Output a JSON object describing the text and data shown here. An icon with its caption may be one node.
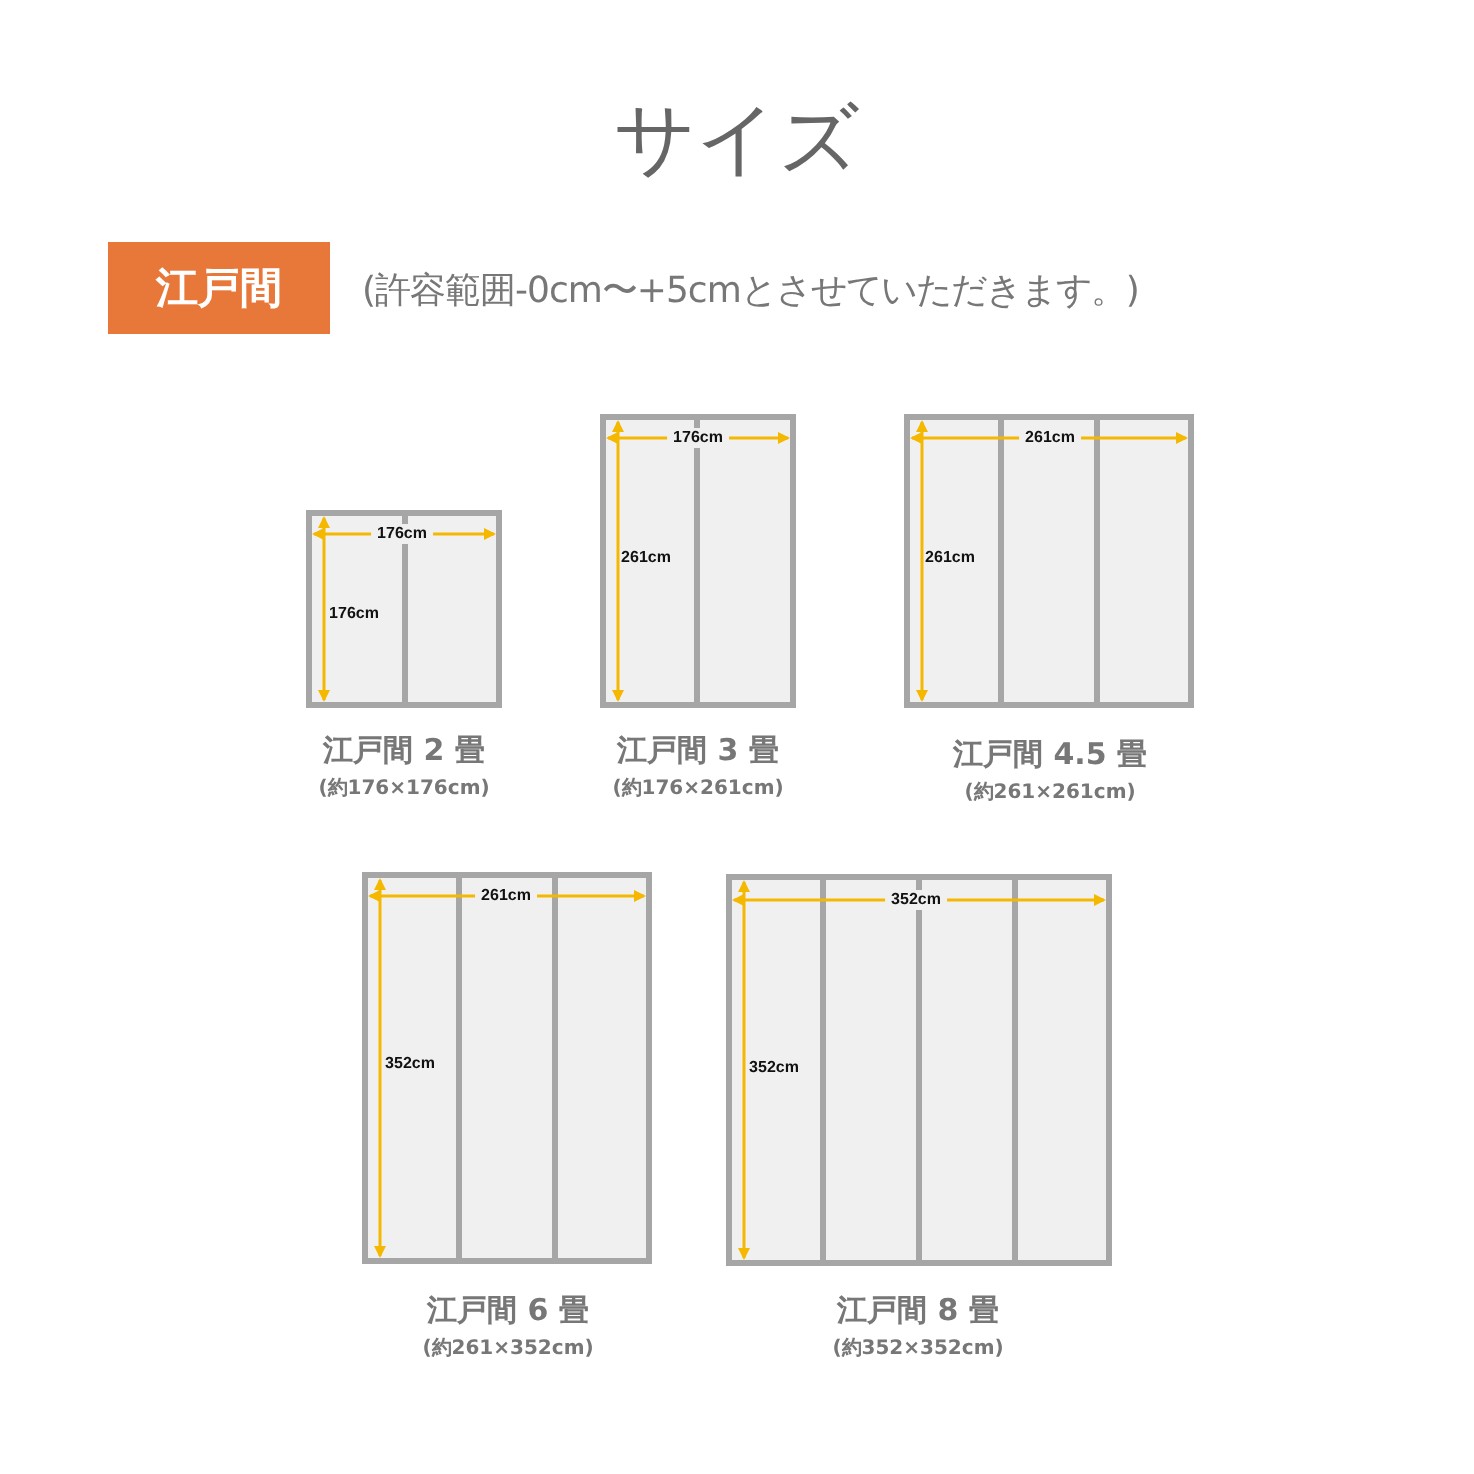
{
  "diagram": {
    "title": "サイズ",
    "nodes": [
      {
        "text": [
          "江戸間"
        ]
      },
      {
        "text": [
          "176cm",
          "176cm"
        ],
        "beside": [
          "江戸間 2 畳",
          "(約176×176cm)"
        ]
      },
      {
        "text": [
          "176cm",
          "261cm"
        ],
        "beside": [
          "江戸間 3 畳",
          "(約176×261cm)"
        ]
      },
      {
        "text": [
          "261cm",
          "261cm"
        ],
        "beside": [
          "江戸間 4.5 畳",
          "(約261×261cm)"
        ]
      },
      {
        "text": [
          "261cm",
          "352cm"
        ],
        "beside": [
          "江戸間 6 畳",
          "(約261×352cm)"
        ]
      },
      {
        "text": [
          "352cm",
          "352cm"
        ],
        "beside": [
          "江戸間 8 畳",
          "(約352×352cm)"
        ]
      }
    ],
    "labels": [
      "(許容範囲-0cm〜+5cmとさせていただきます。)"
    ]
  }
}
